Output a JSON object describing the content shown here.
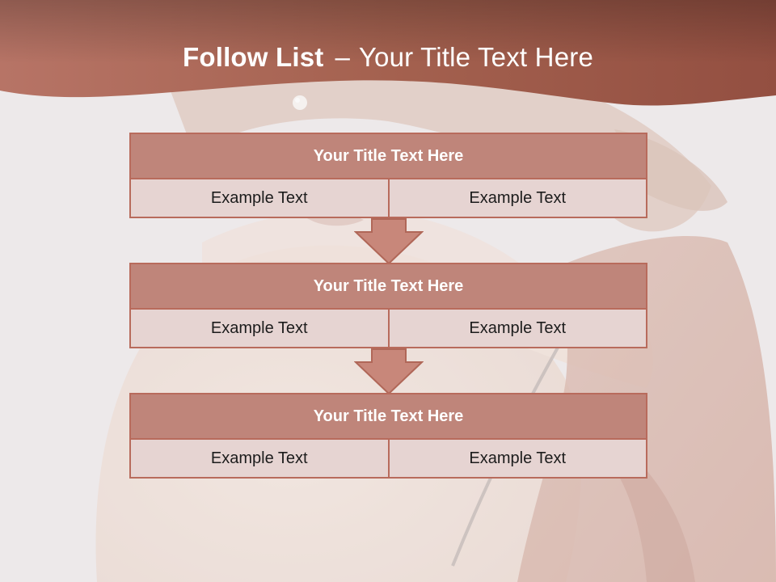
{
  "title": {
    "bold": "Follow List",
    "dash": "–",
    "rest": "Your Title Text Here"
  },
  "blocks": [
    {
      "heading": "Your Title Text Here",
      "cells": [
        "Example Text",
        "Example Text"
      ]
    },
    {
      "heading": "Your Title Text Here",
      "cells": [
        "Example Text",
        "Example Text"
      ]
    },
    {
      "heading": "Your Title Text Here",
      "cells": [
        "Example Text",
        "Example Text"
      ]
    }
  ],
  "colors": {
    "header_band": "#a9665a",
    "box_head": "#bf857a",
    "box_body": "#e6d4d2",
    "border": "#b86b5c",
    "arrow": "#c8877a"
  },
  "icons": [
    "down-arrow-icon",
    "down-arrow-icon"
  ]
}
